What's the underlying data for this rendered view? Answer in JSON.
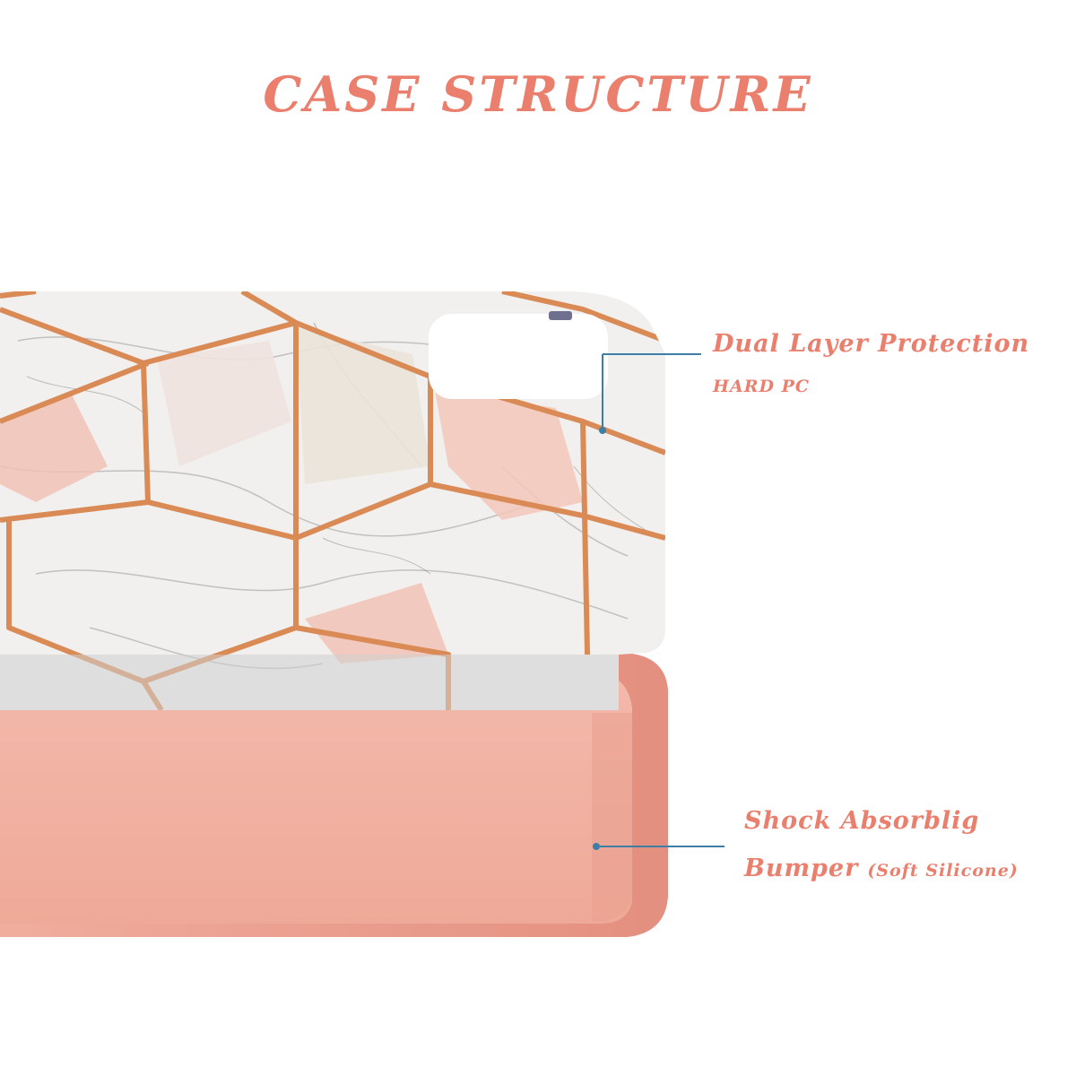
{
  "title": "CASE STRUCTURE",
  "callouts": {
    "hard_shell": {
      "heading": "Dual Layer Protection",
      "subheading": "HARD PC"
    },
    "bumper": {
      "line1": "Shock Absorblig",
      "line2_main": "Bumper",
      "line2_note": "(Soft Silicone)"
    }
  },
  "colors": {
    "accent": "#ea7f6e",
    "bumper": "#f1b2a4",
    "bumper_edge": "#e59a8b",
    "marble": "#eeeeee",
    "copper": "#d98a55",
    "callout_line": "#3c7ea6"
  }
}
